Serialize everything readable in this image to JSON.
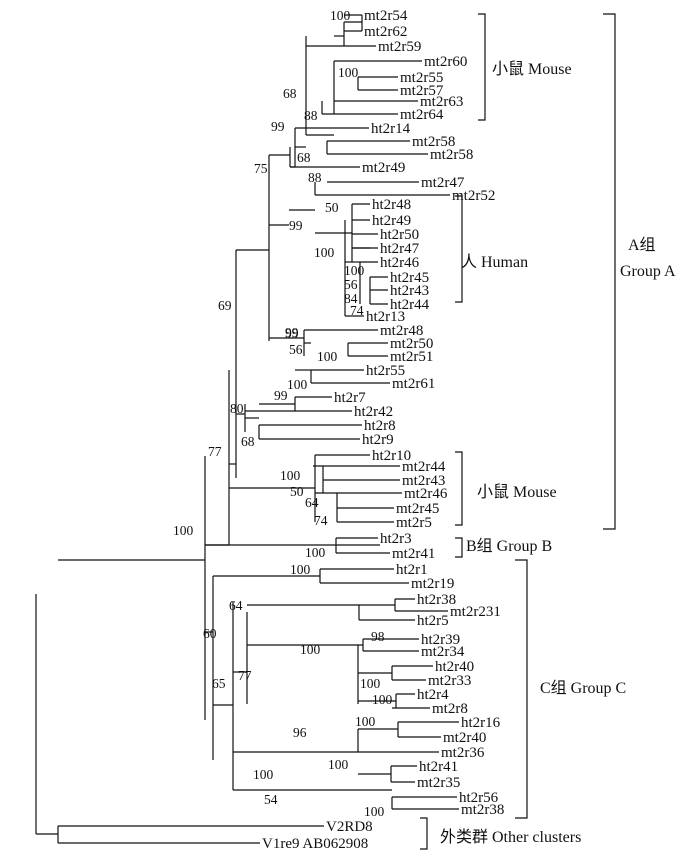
{
  "leaves": [
    "mt2r54",
    "mt2r62",
    "mt2r59",
    "mt2r60",
    "mt2r55",
    "mt2r57",
    "mt2r63",
    "mt2r64",
    "ht2r14",
    "mt2r58",
    "mt2r58",
    "mt2r49",
    "mt2r47",
    "mt2r52",
    "ht2r48",
    "ht2r49",
    "ht2r50",
    "ht2r47",
    "ht2r46",
    "ht2r45",
    "ht2r43",
    "ht2r44",
    "ht2r13",
    "mt2r48",
    "mt2r50",
    "mt2r51",
    "ht2r55",
    "mt2r61",
    "ht2r7",
    "ht2r42",
    "ht2r8",
    "ht2r9",
    "ht2r10",
    "mt2r44",
    "mt2r43",
    "mt2r46",
    "mt2r45",
    "mt2r5",
    "ht2r3",
    "mt2r41",
    "ht2r1",
    "mt2r19",
    "ht2r38",
    "mt2r231",
    "ht2r5",
    "ht2r39",
    "mt2r34",
    "ht2r40",
    "mt2r33",
    "ht2r4",
    "mt2r8",
    "ht2r16",
    "mt2r40",
    "mt2r36",
    "ht2r41",
    "mt2r35",
    "ht2r56",
    "mt2r38",
    "V2RD8",
    "V1re9 AB062908"
  ],
  "bootstrap": [
    "100",
    "100",
    "68",
    "88",
    "99",
    "68",
    "75",
    "88",
    "99",
    "50",
    "100",
    "100",
    "56",
    "84",
    "74",
    "99",
    "99",
    "56",
    "100",
    "100",
    "69",
    "80",
    "99",
    "68",
    "77",
    "100",
    "50",
    "64",
    "74",
    "100",
    "100",
    "100",
    "64",
    "60",
    "98",
    "100",
    "100",
    "100",
    "65",
    "77",
    "96",
    "100",
    "100",
    "100",
    "54",
    "100"
  ],
  "groups": {
    "mouse_1": "小鼠  Mouse",
    "human": "人  Human",
    "group_a": {
      "cn": "A组",
      "en": "Group A"
    },
    "mouse_2": "小鼠  Mouse",
    "group_b": "B组  Group B",
    "group_c": "C组  Group C",
    "outgroup": "外类群  Other clusters"
  }
}
